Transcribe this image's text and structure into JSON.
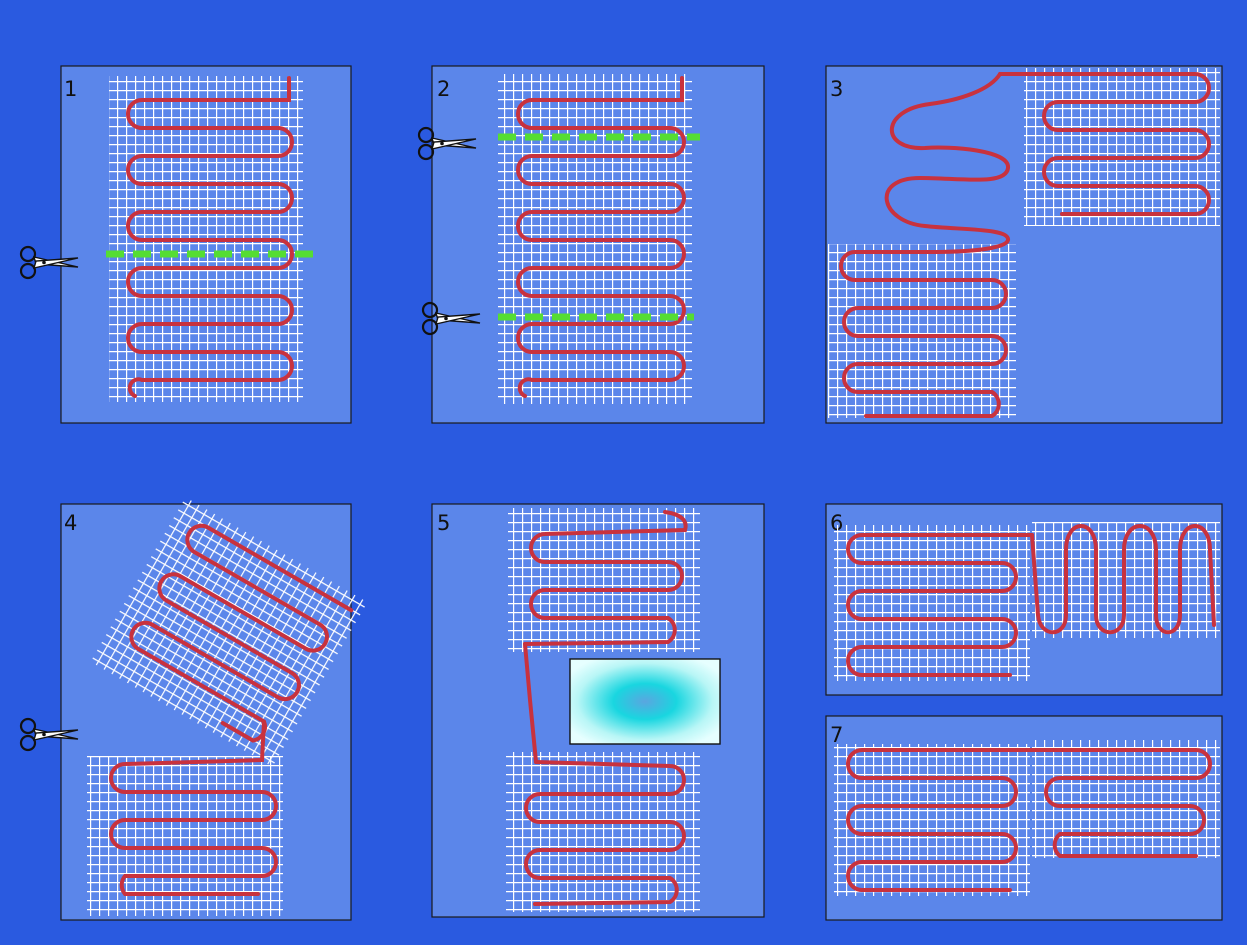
{
  "colors": {
    "background": "#2a5ae0",
    "panel": "#5b86ea",
    "mesh": "#ffffff",
    "cable": "#c8323e",
    "cut_line": "#55dd33",
    "obstacle_center": "#5aa6e0",
    "obstacle_edge": "#e6ffff"
  },
  "icons": [
    "scissors-icon"
  ],
  "panels": [
    {
      "number": "1"
    },
    {
      "number": "2"
    },
    {
      "number": "3"
    },
    {
      "number": "4"
    },
    {
      "number": "5"
    },
    {
      "number": "6"
    },
    {
      "number": "7"
    }
  ]
}
